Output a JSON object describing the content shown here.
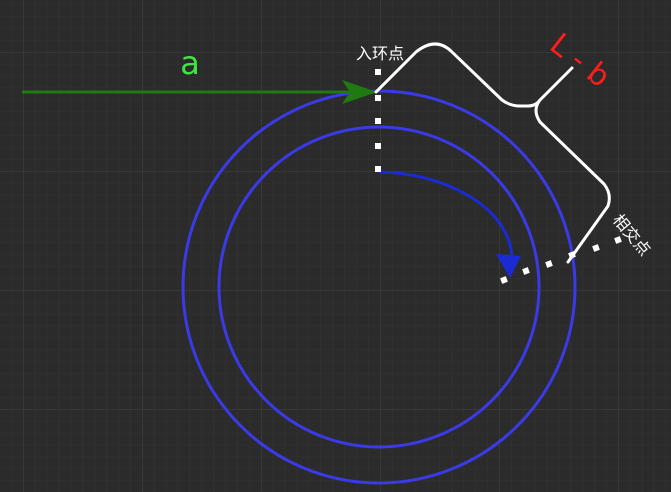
{
  "colors": {
    "background": "#2b2b2b",
    "grid": "#3e3e3e",
    "path_a": "#1f7a12",
    "circle": "#3a3ae6",
    "arrow_blue": "#1a2bd4",
    "white": "#ffffff",
    "label_a": "#3ce83c",
    "label_lb": "#ff1c1c"
  },
  "labels": {
    "segment_a": "a",
    "entry_point": "入环点",
    "meeting_point": "相交点",
    "segment_l_minus_b": "L - b"
  }
}
